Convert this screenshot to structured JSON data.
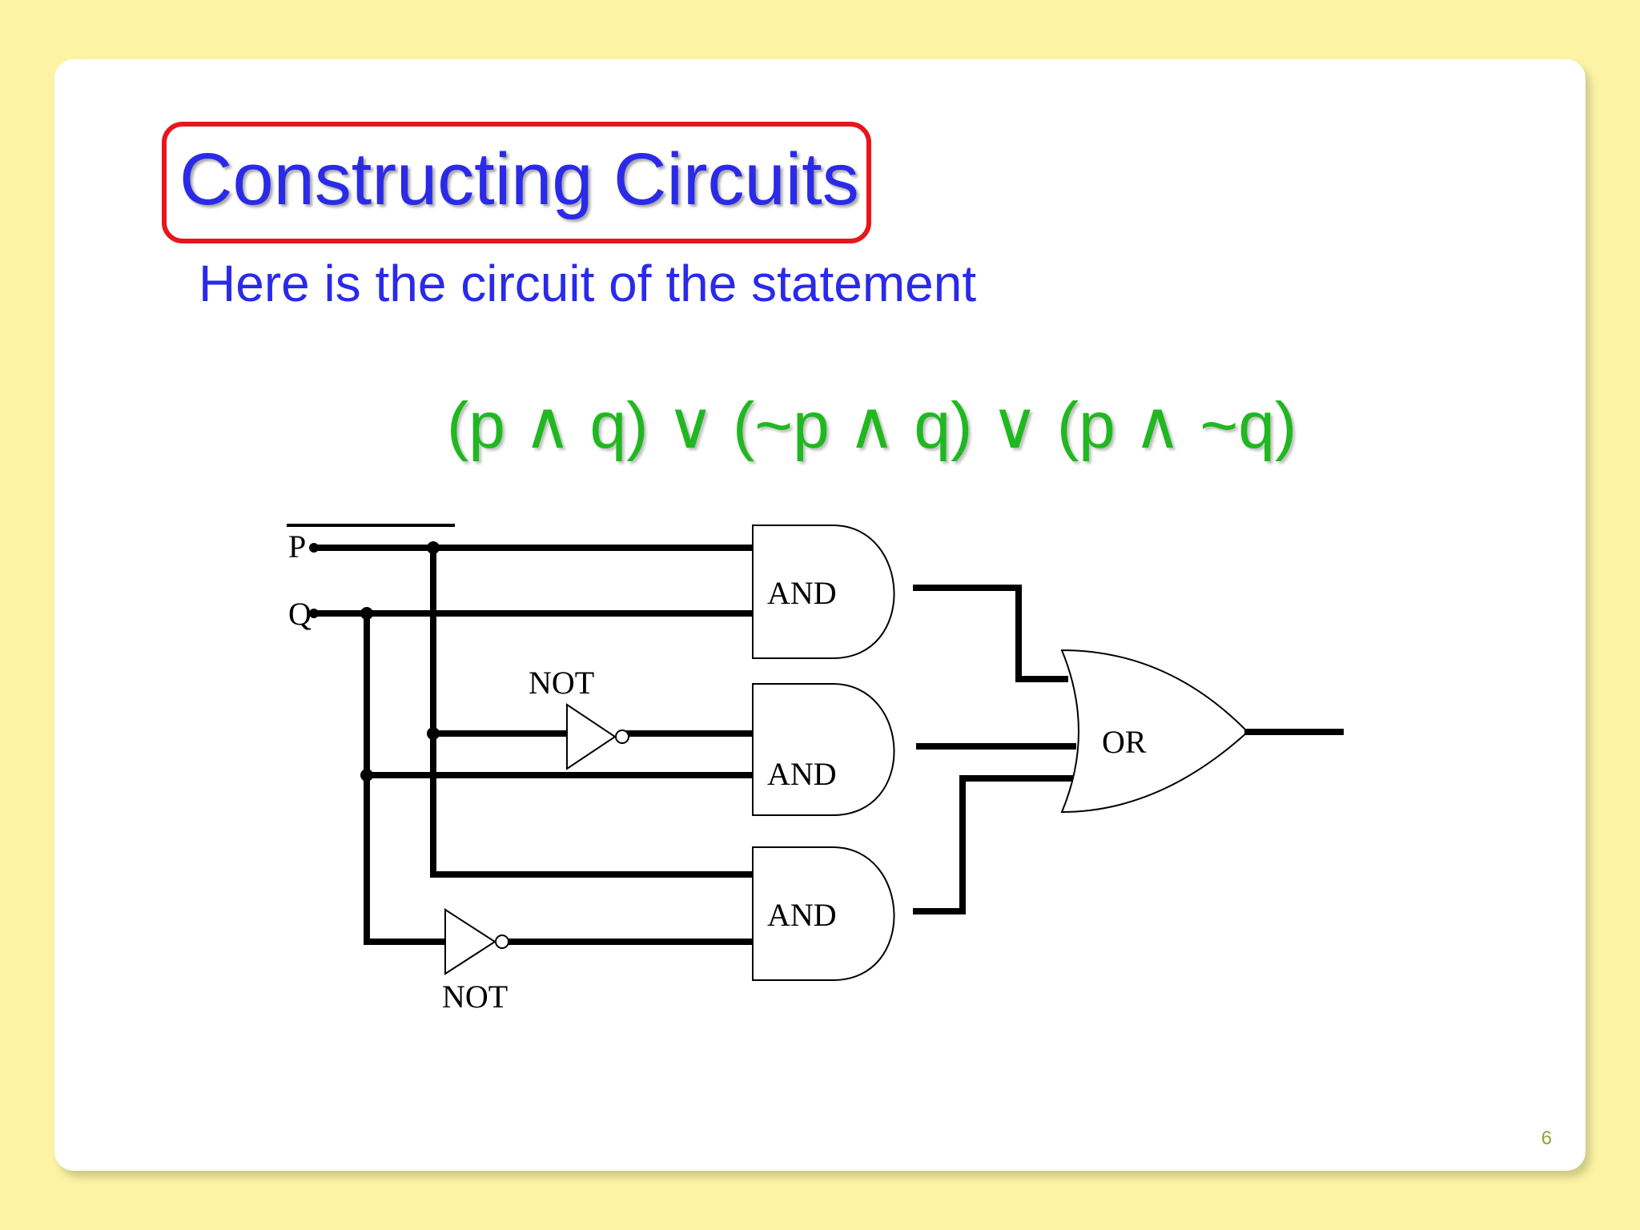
{
  "slide": {
    "title": "Constructing Circuits",
    "subtitle": "Here is the circuit of the statement",
    "formula": "(p ∧ q) ∨ (~p ∧ q) ∨ (p ∧ ~q)",
    "page_number": "6"
  },
  "circuit": {
    "inputs": [
      "P",
      "Q"
    ],
    "gates": {
      "and_1": "AND",
      "and_2": "AND",
      "and_3": "AND",
      "or": "OR",
      "not_1": "NOT",
      "not_2": "NOT"
    }
  },
  "colors": {
    "background": "#fcf4a4",
    "title": "#2a2ae8",
    "title_border": "#e8151c",
    "formula": "#1fb81f",
    "page_number": "#8aa832"
  }
}
